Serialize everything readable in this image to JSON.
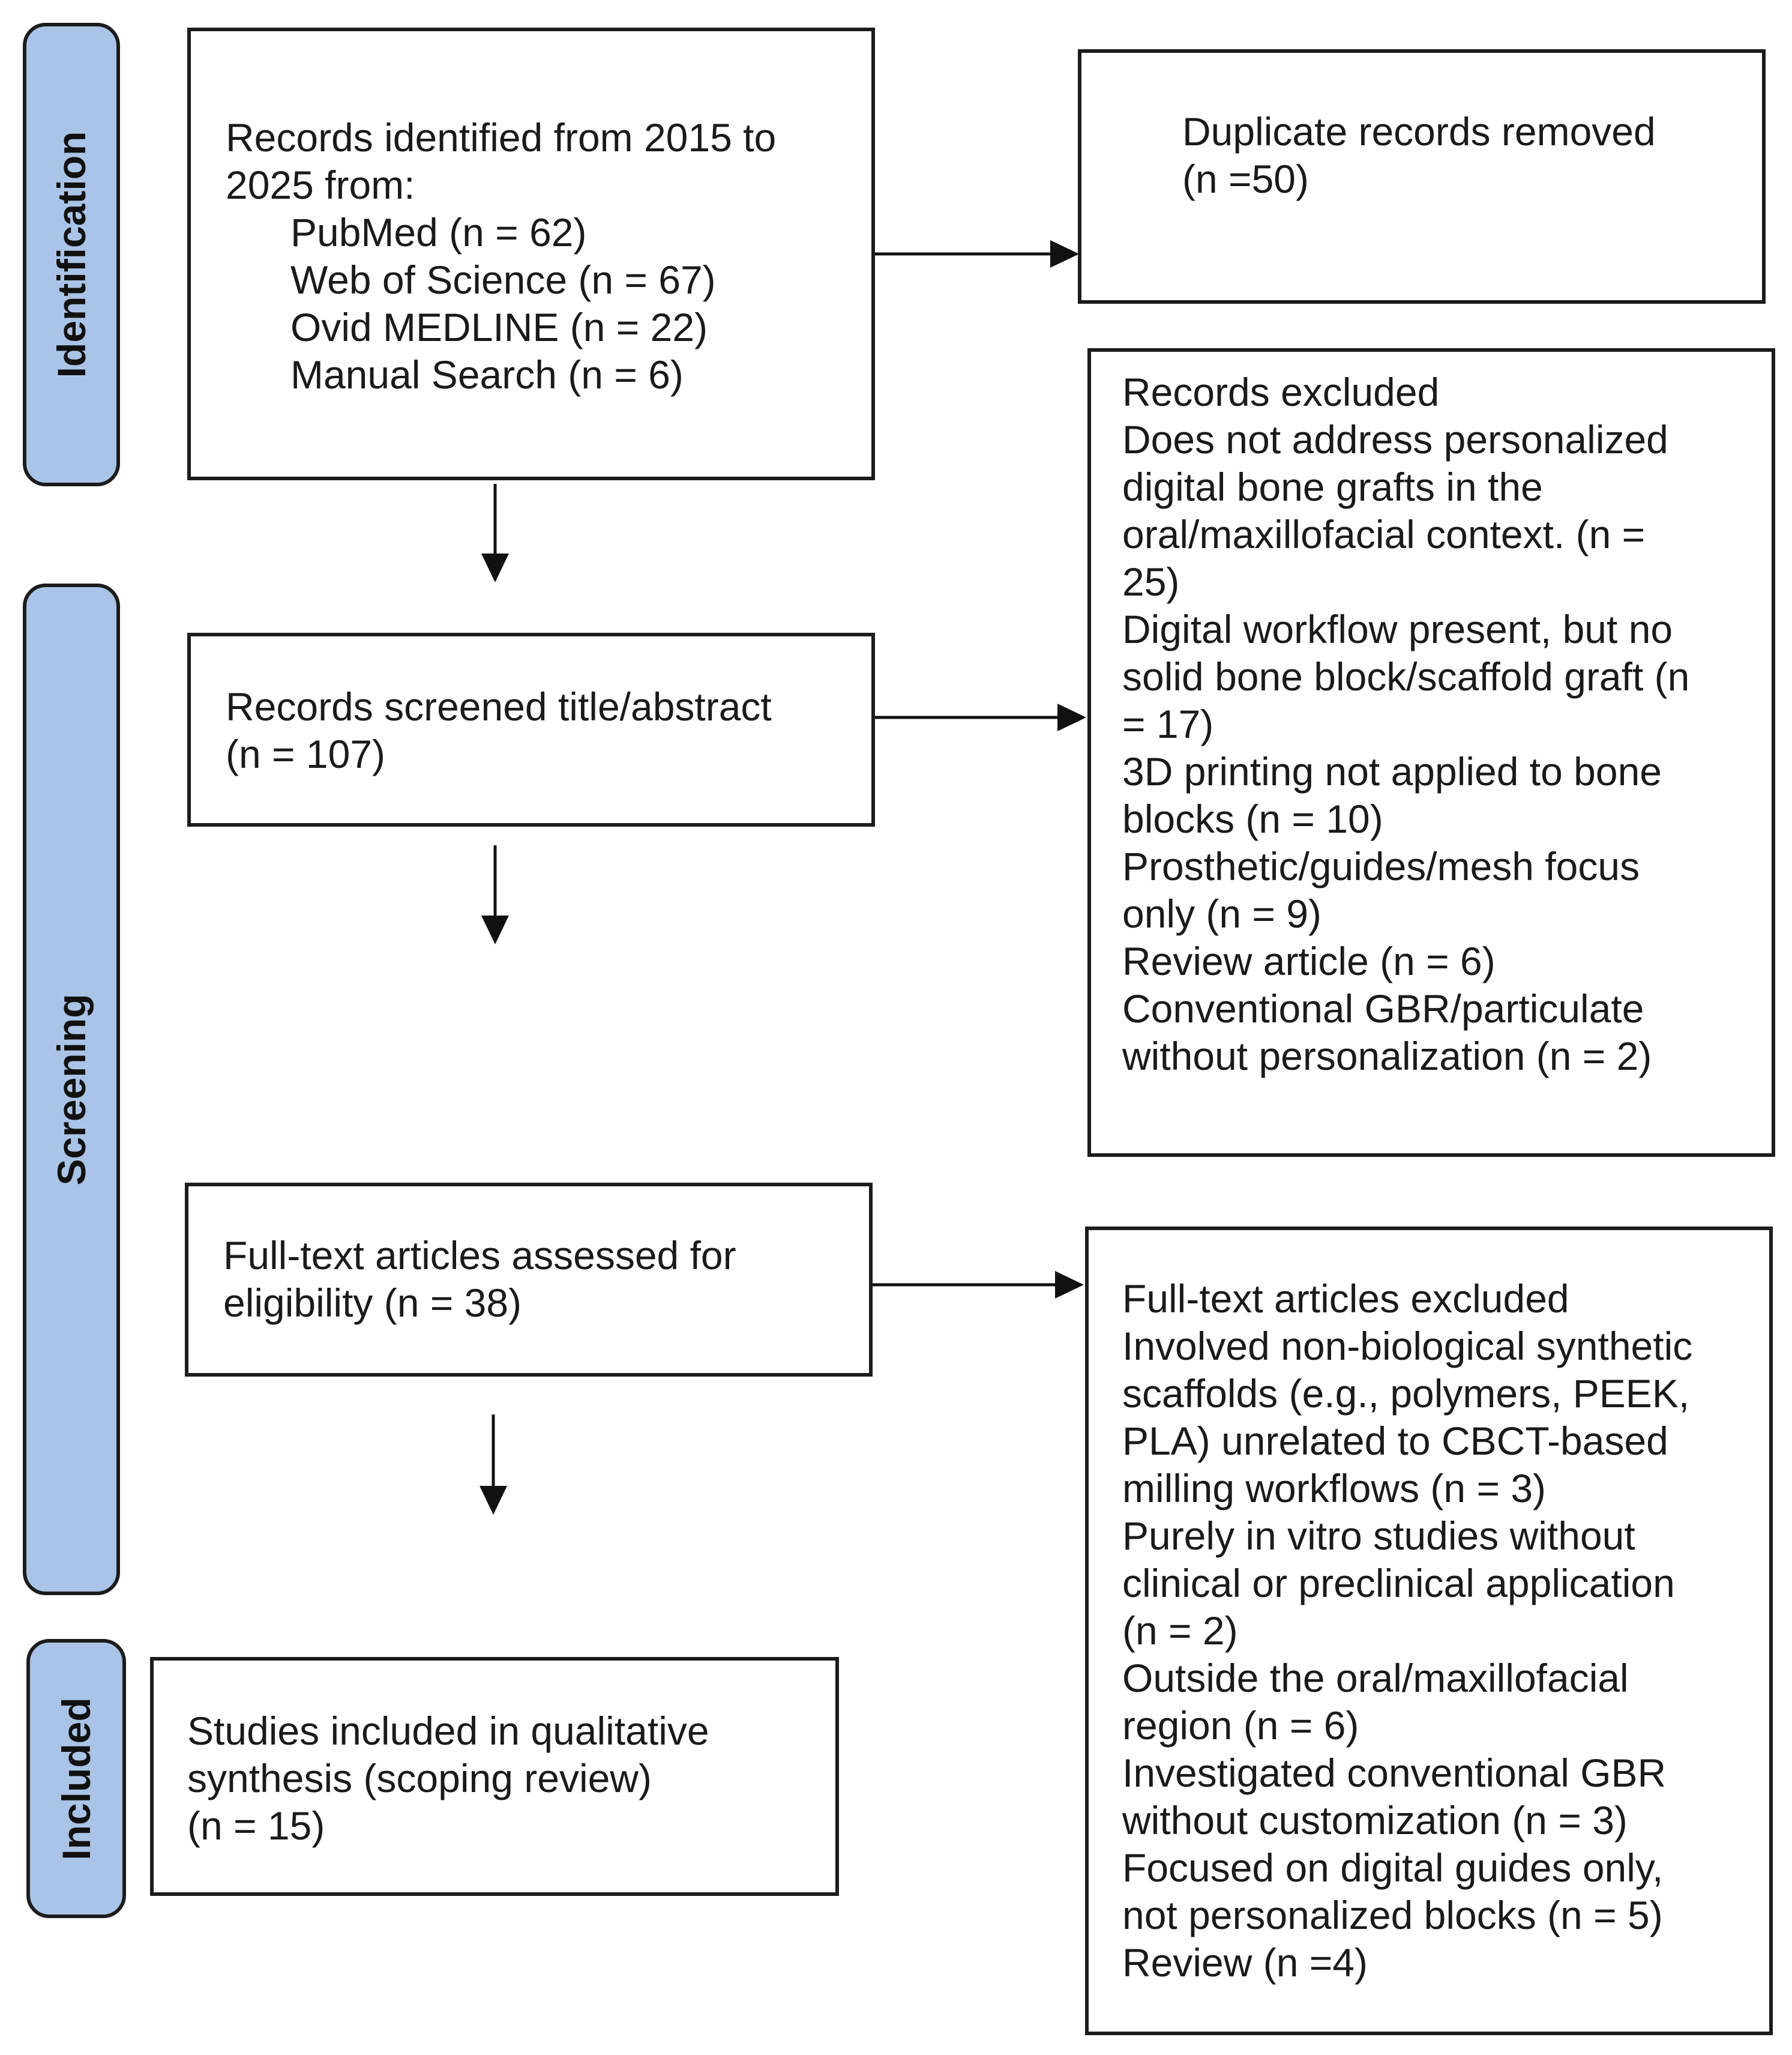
{
  "phases": {
    "identification": "Identification",
    "screening": "Screening",
    "included": "Included"
  },
  "identified": {
    "title_lines": [
      "Records identified from 2015 to",
      "2025 from:"
    ],
    "sources": [
      "PubMed (n = 62)",
      "Web of Science (n = 67)",
      "Ovid MEDLINE (n = 22)",
      "Manual Search (n = 6)"
    ]
  },
  "duplicates": {
    "lines": [
      "Duplicate records removed",
      "(n =50)"
    ]
  },
  "screened": {
    "lines": [
      "Records screened title/abstract",
      "(n = 107)"
    ]
  },
  "excluded": {
    "lines": [
      "Records excluded",
      "Does not address personalized",
      "digital bone grafts in the",
      "oral/maxillofacial context. (n =",
      "25)",
      "Digital workflow present, but no",
      "solid bone block/scaffold graft (n",
      "= 17)",
      "3D printing not applied to bone",
      "blocks (n = 10)",
      "Prosthetic/guides/mesh focus",
      "only (n = 9)",
      "Review article (n = 6)",
      "Conventional GBR/particulate",
      "without personalization (n = 2)"
    ]
  },
  "fulltext": {
    "lines": [
      "Full-text articles assessed for",
      "eligibility (n = 38)"
    ]
  },
  "fulltext_excluded": {
    "lines": [
      "Full-text articles excluded",
      "Involved non-biological synthetic",
      "scaffolds (e.g., polymers, PEEK,",
      "PLA) unrelated to CBCT-based",
      "milling workflows (n = 3)",
      "Purely in vitro studies without",
      "clinical or preclinical application",
      "(n = 2)",
      "Outside the oral/maxillofacial",
      "region (n = 6)",
      "Investigated conventional GBR",
      "without customization (n = 3)",
      "Focused on digital guides only,",
      "not personalized blocks (n = 5)",
      "Review (n =4)"
    ]
  },
  "included": {
    "lines": [
      "Studies included in qualitative",
      "synthesis (scoping review)",
      "(n = 15)"
    ]
  }
}
